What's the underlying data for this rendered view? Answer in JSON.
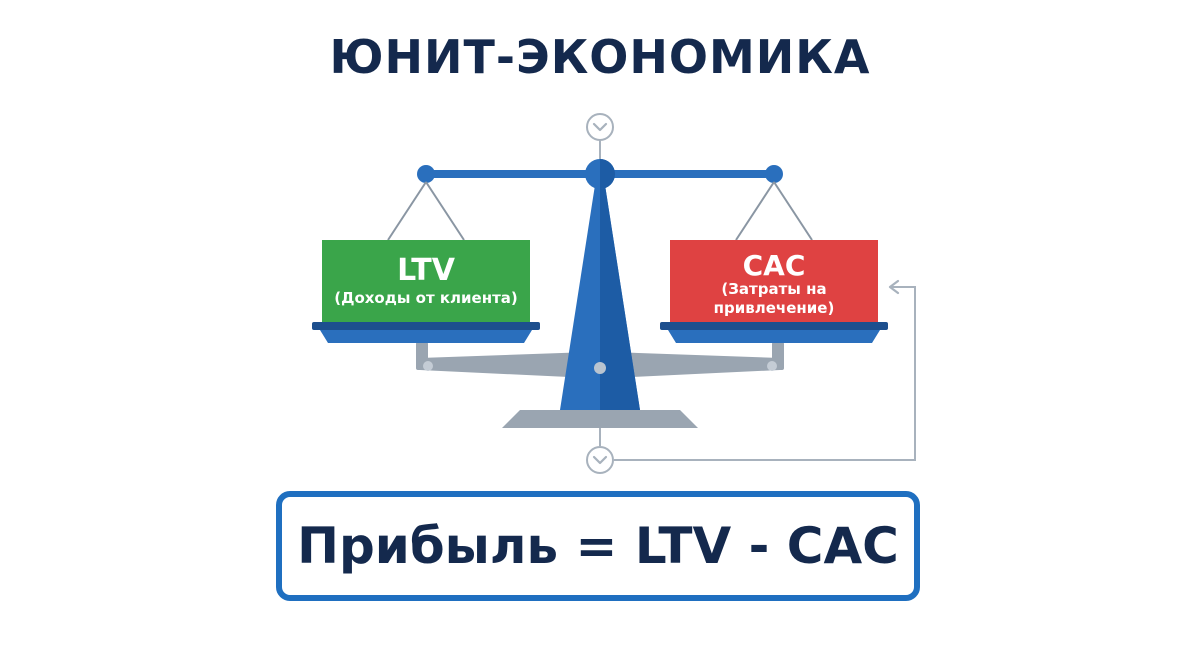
{
  "title": "ЮНИТ-ЭКОНОМИКА",
  "left_pan": {
    "label": "LTV",
    "sublabel": "(Доходы от клиента)"
  },
  "right_pan": {
    "label": "CAC",
    "sublabel_line1": "(Затраты на",
    "sublabel_line2": "привлечение)"
  },
  "formula": "Прибыль = LTV - CAC",
  "colors": {
    "text": "#14294d",
    "scale_blue": "#2a6fbd",
    "scale_dark": "#1d4f8e",
    "beam_gray": "#9aa5b1",
    "ltv_green": "#3aa54a",
    "cac_red": "#df4242",
    "frame_blue": "#1f6fc0",
    "connector": "#a8b2bd"
  },
  "icons": {
    "top_marker": "chevron-down-circle-icon",
    "bottom_marker": "chevron-down-circle-icon",
    "feedback_arrow": "arrow-left-icon"
  }
}
